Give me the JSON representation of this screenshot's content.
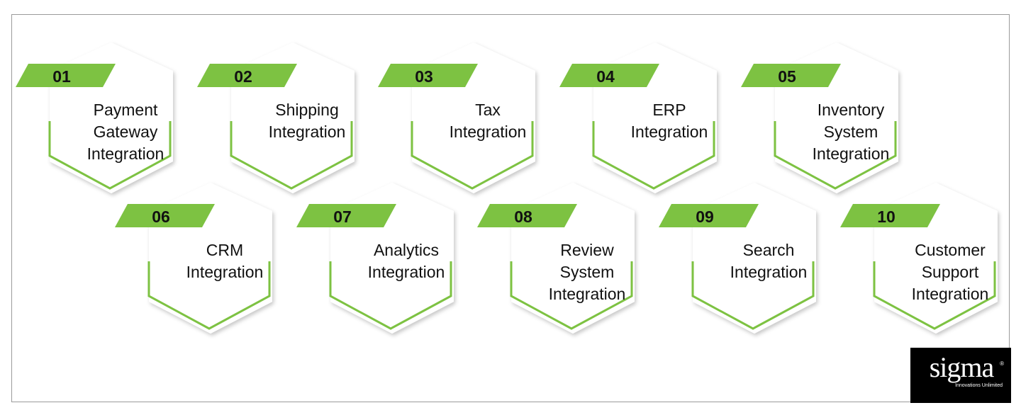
{
  "items": [
    {
      "number": "01",
      "label": [
        "Payment",
        "Gateway",
        "Integration"
      ]
    },
    {
      "number": "02",
      "label": [
        "Shipping",
        "Integration"
      ]
    },
    {
      "number": "03",
      "label": [
        "Tax",
        "Integration"
      ]
    },
    {
      "number": "04",
      "label": [
        "ERP",
        "Integration"
      ]
    },
    {
      "number": "05",
      "label": [
        "Inventory",
        "System",
        "Integration"
      ]
    },
    {
      "number": "06",
      "label": [
        "CRM",
        "Integration"
      ]
    },
    {
      "number": "07",
      "label": [
        "Analytics",
        "Integration"
      ]
    },
    {
      "number": "08",
      "label": [
        "Review",
        "System",
        "Integration"
      ]
    },
    {
      "number": "09",
      "label": [
        "Search",
        "Integration"
      ]
    },
    {
      "number": "10",
      "label": [
        "Customer",
        "Support",
        "Integration"
      ]
    }
  ],
  "logo": {
    "brand": "sigma",
    "tagline": "Innovations Unlimited",
    "registered": "®"
  },
  "colors": {
    "accent": "#7dc242",
    "text": "#111111",
    "frame": "#9a9a9a"
  }
}
